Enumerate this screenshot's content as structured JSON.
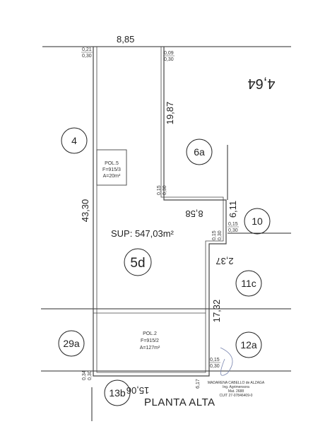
{
  "dims": {
    "top_width": "8,85",
    "right_top_depth": "4,64",
    "inner_depth": "19,87",
    "left_depth": "43,30",
    "inner_width": "8,58",
    "right_step": "6,11",
    "middle_width": "2,37",
    "right_lower_depth": "17,32",
    "bottom_width": "15,06",
    "bottom_right_offset": "6,17"
  },
  "wall_labels": {
    "top_left": [
      "0,21",
      "0,30"
    ],
    "top_mid": [
      "0,09",
      "0,30"
    ],
    "step_a": [
      "0,15",
      "0,30"
    ],
    "step_b": [
      "0,15",
      "0,30"
    ],
    "step_c": [
      "0,15",
      "0,30"
    ],
    "bottom_right": [
      "0,15",
      "0,30"
    ],
    "bottom_left_a": "0,34",
    "bottom_left_b": "0,30"
  },
  "neighbors": [
    "4",
    "6a",
    "10",
    "11c",
    "29a",
    "12a",
    "13b"
  ],
  "parcel_id": "5d",
  "area": "SUP: 547,03m²",
  "pol5": {
    "title": "POL.5",
    "folio": "F=915/3",
    "area": "A=20m²"
  },
  "pol2": {
    "title": "POL.2",
    "folio": "F=915/2",
    "area": "A=127m²"
  },
  "floor_title": "PLANTA ALTA",
  "stamp": {
    "name": "MADARENA CABELLO de ALZAGA",
    "role": "Ing. Agrimensora",
    "mat": "Mat. 2688",
    "cuit": "CUIT 27-07846409-0"
  },
  "colors": {
    "line": "#2a2a2a",
    "wall": "#444444"
  }
}
